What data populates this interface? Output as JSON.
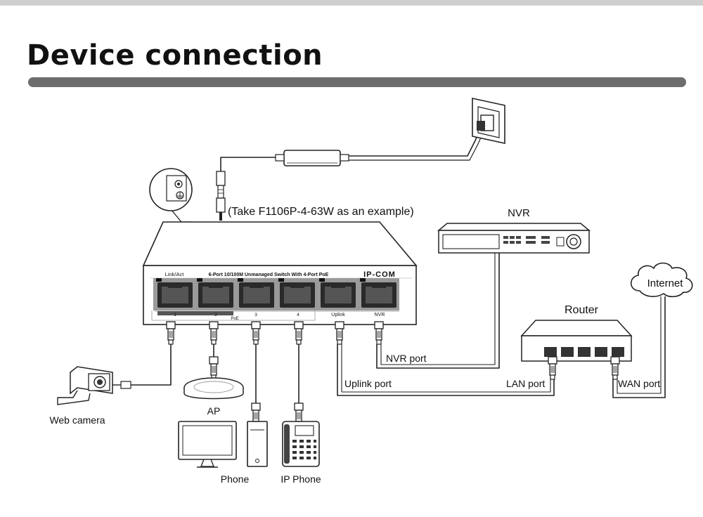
{
  "title": "Device connection",
  "note": "(Take F1106P-4-63W as an example)",
  "switch": {
    "model_text": "6-Port 10/100M Unmanaged Switch With 4-Port PoE",
    "brand": "IP-COM",
    "led_label": "Link/Act",
    "port_labels": [
      "1",
      "2",
      "3",
      "4",
      "Uplink",
      "NVR"
    ],
    "poe_label": "PoE"
  },
  "devices": {
    "nvr": "NVR",
    "router": "Router",
    "internet": "Internet",
    "web_camera": "Web camera",
    "ap": "AP",
    "phone": "Phone",
    "ip_phone": "IP Phone"
  },
  "ports": {
    "nvr_port": "NVR port",
    "uplink_port": "Uplink port",
    "lan_port": "LAN port",
    "wan_port": "WAN port"
  }
}
